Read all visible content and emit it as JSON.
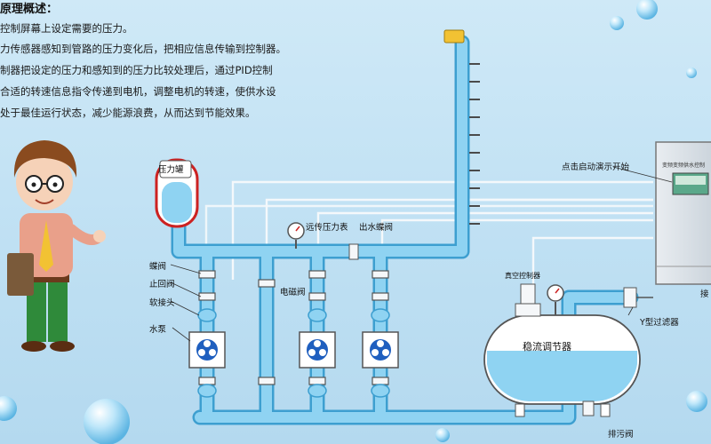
{
  "heading": "原理概述：",
  "description": [
    "控制屏幕上设定需要的压力。",
    "力传感器感知到管路的压力变化后，把相应信息传输到控制器。",
    "制器把设定的压力和感知到的压力比较处理后，通过PID控制",
    "合适的转速信息指令传递到电机，调整电机的转速，使供水设",
    "处于最佳运行状态，减少能源浪费，从而达到节能效果。"
  ],
  "labels": {
    "pressure_tank": "压力罐",
    "remote_gauge": "远传压力表",
    "outlet_valve": "出水蝶阀",
    "butterfly_valve": "蝶阀",
    "check_valve": "止回阀",
    "flex_joint": "软接头",
    "water_pump": "水泵",
    "solenoid_valve": "电磁阀",
    "vacuum_controller": "真空控制器",
    "stabilizer": "稳流调节器",
    "y_filter": "Y型过滤器",
    "drain_valve": "排污阀",
    "demo_start": "点击启动演示开始",
    "cabinet_title": "变频变频供水控制",
    "inlet": "接"
  },
  "colors": {
    "pipe": "#8fd3f2",
    "pipe_edge": "#3d9fd0",
    "signal_line": "#f4f8fb",
    "pump_fan": "#1f5fbf",
    "tank_fill": "#8fd3f2",
    "cabinet_screen": "#5aa88a"
  }
}
